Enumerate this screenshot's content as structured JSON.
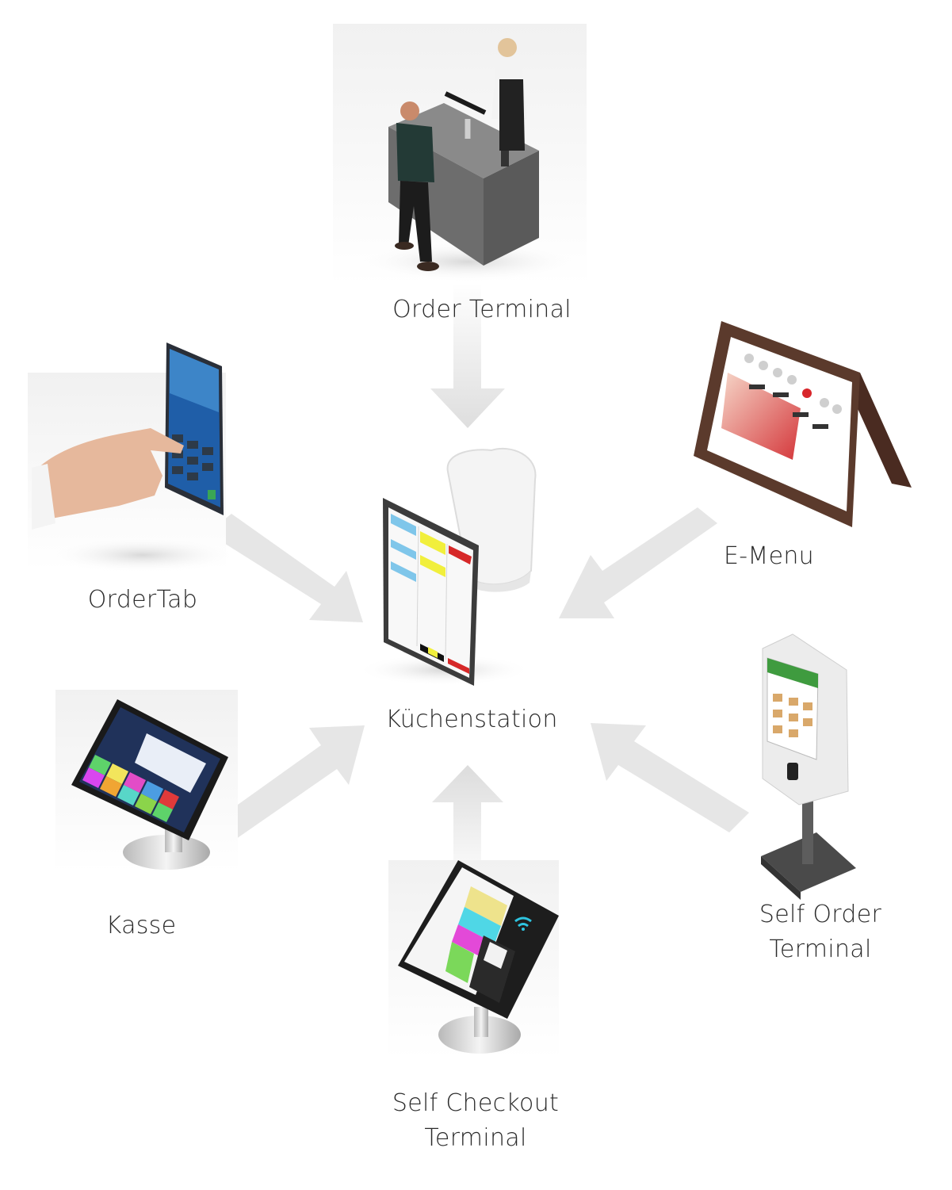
{
  "nodes": {
    "order_terminal": "Order Terminal",
    "e_menu": "E-Menu",
    "ordertab": "OrderTab",
    "kuechenstation": "Küchenstation",
    "kasse": "Kasse",
    "self_order_line1": "Self Order",
    "self_order_line2": "Terminal",
    "self_checkout_line1": "Self Checkout",
    "self_checkout_line2": "Terminal"
  },
  "icons": {
    "order_terminal": "counter-with-staff-icon",
    "e_menu": "table-menu-tablet-icon",
    "ordertab": "smartphone-in-hand-icon",
    "kuechenstation": "kitchen-display-chef-hat-icon",
    "kasse": "pos-tablet-stand-icon",
    "self_order": "kiosk-stand-icon",
    "self_checkout": "checkout-terminal-card-reader-icon"
  },
  "colors": {
    "arrow": "#e3e3e3",
    "label": "#2b2b2b",
    "device_dark": "#1c1c1c"
  }
}
